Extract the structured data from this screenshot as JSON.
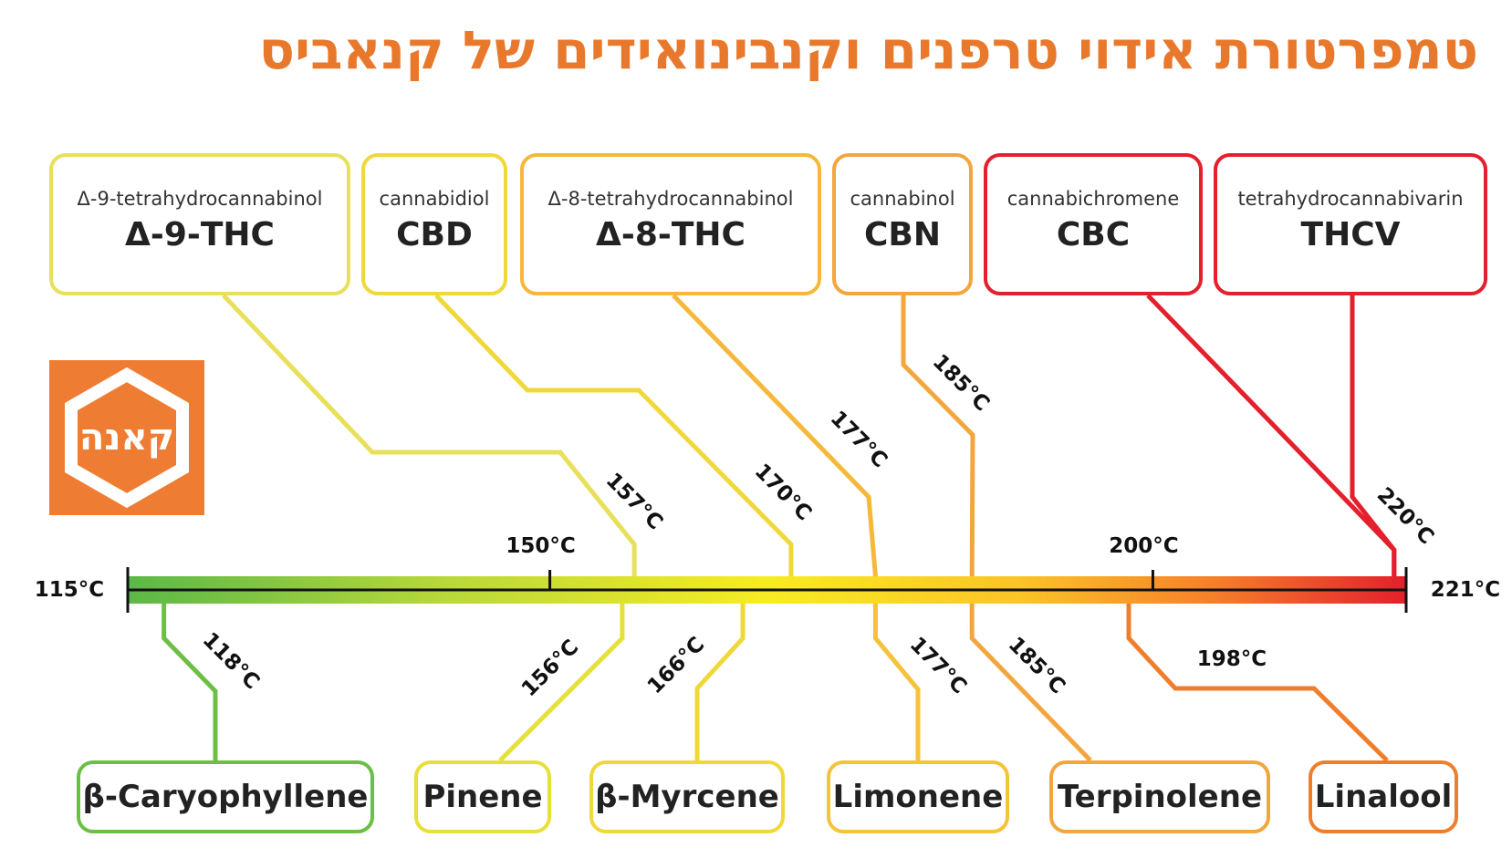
{
  "title": "טמפרטורת אידוי טרפנים וקנבינואידים של קנאביס",
  "logo": {
    "text": "קאנה",
    "icon": "hexagon-logo-icon"
  },
  "colors": {
    "title": "#e8792c",
    "logo": "#ee7d33",
    "green": "#6cbf45",
    "yellow": "#f2e02e",
    "orange": "#f39a2a",
    "red": "#e3202c"
  },
  "scale": {
    "min": 115,
    "max": 221,
    "min_label": "115°C",
    "max_label": "221°C",
    "ticks": [
      {
        "value": 150,
        "label": "150°C"
      },
      {
        "value": 200,
        "label": "200°C"
      }
    ]
  },
  "cannabinoids": [
    {
      "full": "Δ-9-tetrahydrocannabinol",
      "abbr": "Δ-9-THC",
      "temp": 157,
      "temp_label": "157°C",
      "color": "#e8e05a"
    },
    {
      "full": "cannabidiol",
      "abbr": "CBD",
      "temp": 170,
      "temp_label": "170°C",
      "color": "#f0d83a"
    },
    {
      "full": "Δ-8-tetrahydrocannabinol",
      "abbr": "Δ-8-THC",
      "temp": 177,
      "temp_label": "177°C",
      "color": "#f5b83a"
    },
    {
      "full": "cannabinol",
      "abbr": "CBN",
      "temp": 185,
      "temp_label": "185°C",
      "color": "#f3a63e"
    },
    {
      "full": "cannabichromene",
      "abbr": "CBC",
      "temp": 220,
      "temp_label": "",
      "color": "#e3202c"
    },
    {
      "full": "tetrahydrocannabivarin",
      "abbr": "THCV",
      "temp": 220,
      "temp_label": "220°C",
      "color": "#e3202c"
    }
  ],
  "terpenes": [
    {
      "name": "β-Caryophyllene",
      "temp": 118,
      "temp_label": "118°C",
      "color": "#6cbf45"
    },
    {
      "name": "Pinene",
      "temp": 156,
      "temp_label": "156°C",
      "color": "#e6e03a"
    },
    {
      "name": "β-Myrcene",
      "temp": 166,
      "temp_label": "166°C",
      "color": "#f0d83a"
    },
    {
      "name": "Limonene",
      "temp": 177,
      "temp_label": "177°C",
      "color": "#f5c23a"
    },
    {
      "name": "Terpinolene",
      "temp": 185,
      "temp_label": "185°C",
      "color": "#f3a63e"
    },
    {
      "name": "Linalool",
      "temp": 198,
      "temp_label": "198°C",
      "color": "#ef7e2c"
    }
  ]
}
